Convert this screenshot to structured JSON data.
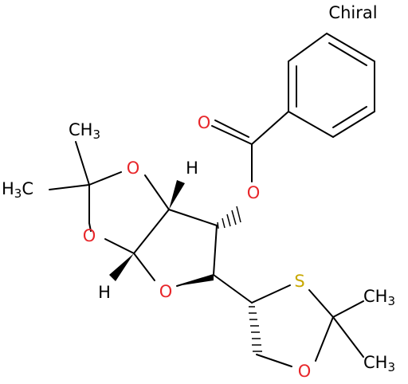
{
  "chiral_label": "Chiral",
  "colors": {
    "bond": "#000000",
    "oxygen": "#e8262a",
    "sulfur": "#c8a800",
    "carbon_label": "#000000"
  },
  "atoms": {
    "o_carbonyl": "O",
    "o_ester": "O",
    "o_dioxolane_upper": "O",
    "o_dioxolane_lower": "O",
    "o_ring": "O",
    "h_upper": "H",
    "h_lower": "H",
    "ch3_top": "CH",
    "ch3_top_sub": "3",
    "h3c_left": "H",
    "h3c_left_sub": "3",
    "h3c_left_c": "C",
    "s_oxathiolane": "S",
    "o_oxathiolane": "O",
    "ch3_right_upper": "CH",
    "ch3_right_upper_sub": "3",
    "ch3_right_lower": "CH",
    "ch3_right_lower_sub": "3"
  }
}
